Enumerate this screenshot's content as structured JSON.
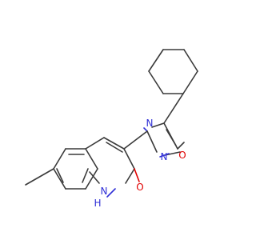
{
  "molecule": {
    "bond_color": "#3a3a3a",
    "atom_labels": {
      "n_oxadiazole_3": "N",
      "n_oxadiazole_4": "N",
      "o_oxadiazole": "O",
      "nh": "H",
      "nh_n": "N",
      "carbonyl_o": "O"
    },
    "atom_colors": {
      "nitrogen": "#2f2fd6",
      "oxygen": "#e00000"
    }
  }
}
